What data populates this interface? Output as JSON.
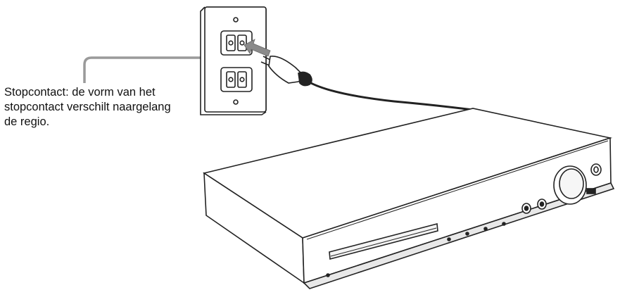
{
  "caption": {
    "lines": [
      "Stopcontact: de vorm van het",
      "stopcontact verschilt naargelang",
      "de regio."
    ]
  },
  "icons": [
    "wall-outlet-icon",
    "power-plug-icon",
    "insert-arrow-icon",
    "av-receiver-icon"
  ],
  "colors": {
    "outline": "#222222",
    "leader": "#9a9a9a",
    "arrow": "#8a8a8a",
    "background": "#ffffff"
  }
}
